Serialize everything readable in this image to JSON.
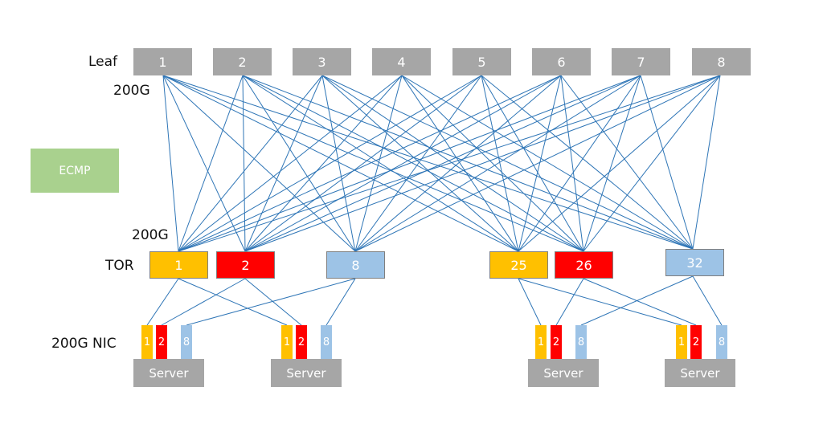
{
  "labels": {
    "leaf": "Leaf",
    "leaf_speed": "200G",
    "tor_speed": "200G",
    "tor": "TOR",
    "nic": "200G NIC",
    "ecmp": "ECMP"
  },
  "leaves": [
    "1",
    "2",
    "3",
    "4",
    "5",
    "6",
    "7",
    "8"
  ],
  "tors": [
    {
      "label": "1",
      "color": "#ffc000"
    },
    {
      "label": "2",
      "color": "#ff0000"
    },
    {
      "label": "8",
      "color": "#9dc3e6"
    },
    {
      "label": "25",
      "color": "#ffc000"
    },
    {
      "label": "26",
      "color": "#ff0000"
    },
    {
      "label": "32",
      "color": "#9dc3e6"
    }
  ],
  "servers": [
    {
      "label": "Server",
      "nics": [
        {
          "label": "1",
          "color": "#ffc000"
        },
        {
          "label": "2",
          "color": "#ff0000"
        },
        {
          "label": "8",
          "color": "#9dc3e6"
        }
      ]
    },
    {
      "label": "Server",
      "nics": [
        {
          "label": "1",
          "color": "#ffc000"
        },
        {
          "label": "2",
          "color": "#ff0000"
        },
        {
          "label": "8",
          "color": "#9dc3e6"
        }
      ]
    },
    {
      "label": "Server",
      "nics": [
        {
          "label": "1",
          "color": "#ffc000"
        },
        {
          "label": "2",
          "color": "#ff0000"
        },
        {
          "label": "8",
          "color": "#9dc3e6"
        }
      ]
    },
    {
      "label": "Server",
      "nics": [
        {
          "label": "1",
          "color": "#ffc000"
        },
        {
          "label": "2",
          "color": "#ff0000"
        },
        {
          "label": "8",
          "color": "#9dc3e6"
        }
      ]
    }
  ],
  "colors": {
    "link": "#2e75b6",
    "leaf_box": "#a6a6a6",
    "server_box": "#a6a6a6",
    "ecmp_box": "#a9d18e"
  }
}
